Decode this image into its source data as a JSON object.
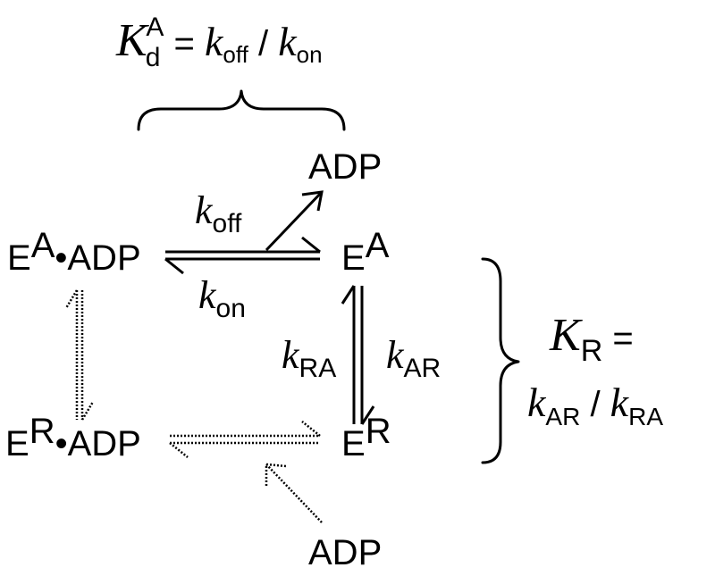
{
  "equations": {
    "kd": {
      "K": "K",
      "sub": "d",
      "sup": "A",
      "eq": " = ",
      "k1": "k",
      "k1_sub": "off",
      "slash": " / ",
      "k2": "k",
      "k2_sub": "on"
    },
    "kr": {
      "K": "K",
      "sub": "R",
      "eq": " =",
      "k1": "k",
      "k1_sub": "AR",
      "slash": " / ",
      "k2": "k",
      "k2_sub": "RA"
    }
  },
  "species": {
    "ea_adp": {
      "E": "E",
      "sup": "A",
      "rest": "•ADP"
    },
    "ea": {
      "E": "E",
      "sup": "A"
    },
    "er_adp": {
      "E": "E",
      "sup": "R",
      "rest": "•ADP"
    },
    "er": {
      "E": "E",
      "sup": "R"
    },
    "adp_top": "ADP",
    "adp_bottom": "ADP"
  },
  "rates": {
    "koff": {
      "k": "k",
      "sub": "off"
    },
    "kon": {
      "k": "k",
      "sub": "on"
    },
    "kra": {
      "k": "k",
      "sub": "RA"
    },
    "kar": {
      "k": "k",
      "sub": "AR"
    }
  }
}
